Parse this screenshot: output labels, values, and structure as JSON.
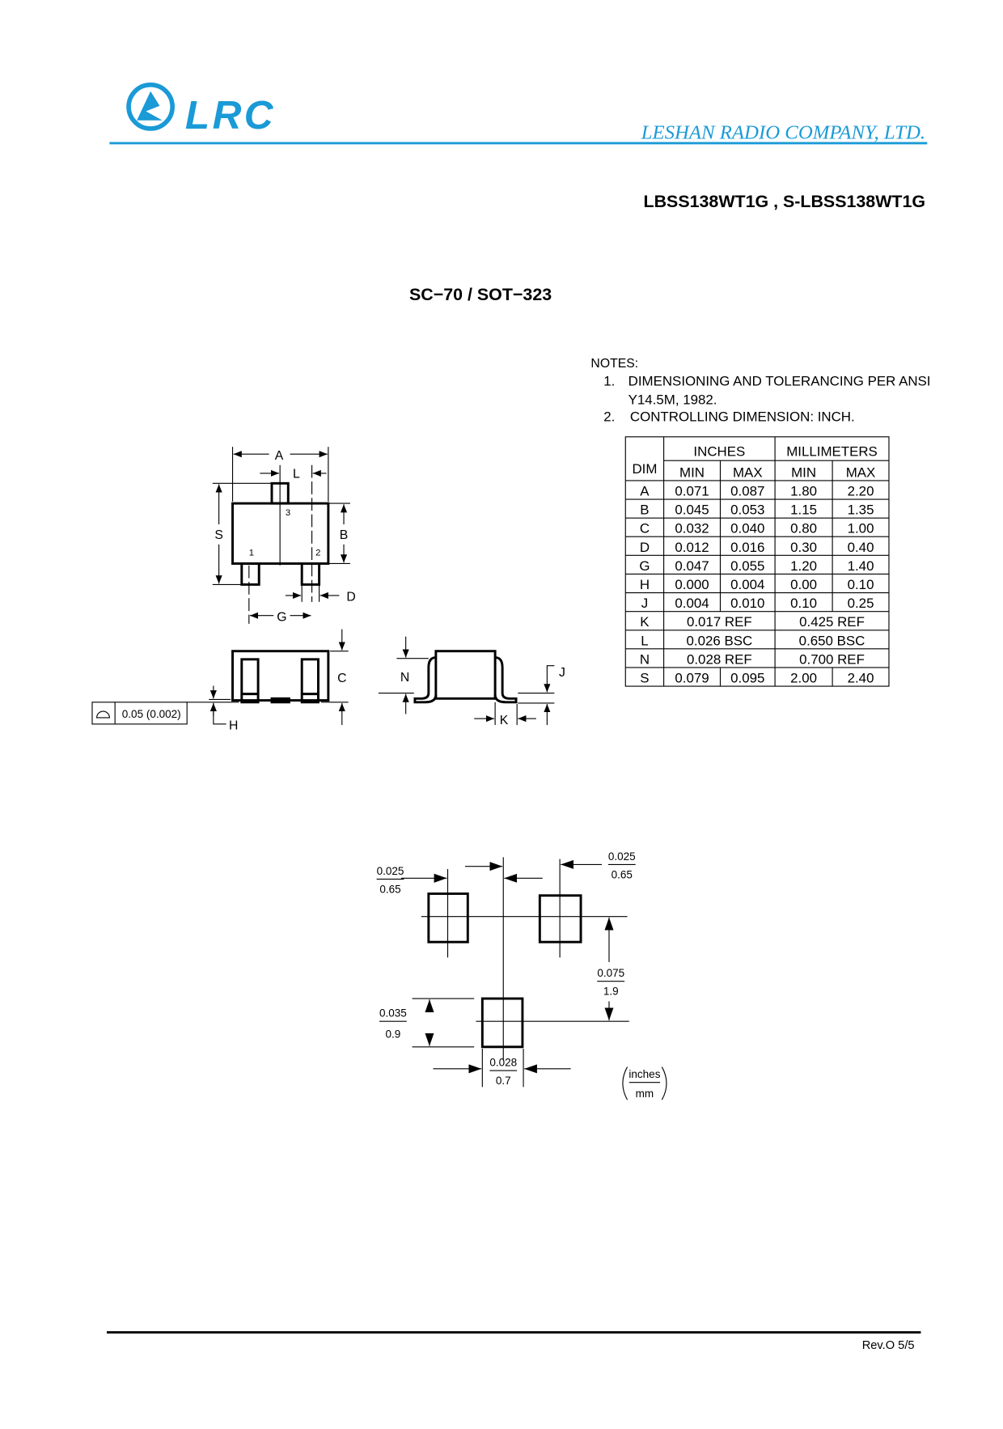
{
  "header": {
    "logo_text": "LRC",
    "company": "LESHAN RADIO COMPANY, LTD.",
    "part_numbers": "LBSS138WT1G , S-LBSS138WT1G",
    "brand_color": "#1a9ad6"
  },
  "package_title": "SC−70 / SOT−323",
  "notes": {
    "heading": "NOTES:",
    "items": [
      {
        "num": "1.",
        "line1": "DIMENSIONING  AND TOLERANCING PER ANSI",
        "line2": "Y14.5M, 1982."
      },
      {
        "num": "2.",
        "line1": "CONTROLLING DIMENSION: INCH."
      }
    ]
  },
  "table": {
    "dim_header": "DIM",
    "inches_header": "INCHES",
    "mm_header": "MILLIMETERS",
    "sub": [
      "MIN",
      "MAX",
      "MIN",
      "MAX"
    ],
    "rows": [
      {
        "dim": "A",
        "in_min": "0.071",
        "in_max": "0.087",
        "mm_min": "1.80",
        "mm_max": "2.20"
      },
      {
        "dim": "B",
        "in_min": "0.045",
        "in_max": "0.053",
        "mm_min": "1.15",
        "mm_max": "1.35"
      },
      {
        "dim": "C",
        "in_min": "0.032",
        "in_max": "0.040",
        "mm_min": "0.80",
        "mm_max": "1.00"
      },
      {
        "dim": "D",
        "in_min": "0.012",
        "in_max": "0.016",
        "mm_min": "0.30",
        "mm_max": "0.40"
      },
      {
        "dim": "G",
        "in_min": "0.047",
        "in_max": "0.055",
        "mm_min": "1.20",
        "mm_max": "1.40"
      },
      {
        "dim": "H",
        "in_min": "0.000",
        "in_max": "0.004",
        "mm_min": "0.00",
        "mm_max": "0.10"
      },
      {
        "dim": "J",
        "in_min": "0.004",
        "in_max": "0.010",
        "mm_min": "0.10",
        "mm_max": "0.25"
      },
      {
        "dim": "K",
        "in_span": "0.017 REF",
        "mm_span": "0.425 REF"
      },
      {
        "dim": "L",
        "in_span": "0.026 BSC",
        "mm_span": "0.650 BSC"
      },
      {
        "dim": "N",
        "in_span": "0.028 REF",
        "mm_span": "0.700 REF"
      },
      {
        "dim": "S",
        "in_min": "0.079",
        "in_max": "0.095",
        "mm_min": "2.00",
        "mm_max": "2.40"
      }
    ]
  },
  "drawing": {
    "labels": {
      "A": "A",
      "L": "L",
      "S": "S",
      "B": "B",
      "D": "D",
      "G": "G",
      "C": "C",
      "H": "H",
      "N": "N",
      "J": "J",
      "K": "K"
    },
    "pins": {
      "p1": "1",
      "p2": "2",
      "p3": "3"
    },
    "tolerance": "0.05 (0.002)"
  },
  "footprint": {
    "pitch_left": {
      "in": "0.025",
      "mm": "0.65"
    },
    "pitch_right": {
      "in": "0.025",
      "mm": "0.65"
    },
    "row_spacing": {
      "in": "0.075",
      "mm": "1.9"
    },
    "pad_height": {
      "in": "0.035",
      "mm": "0.9"
    },
    "pad_width": {
      "in": "0.028",
      "mm": "0.7"
    },
    "units": {
      "top": "inches",
      "bottom": "mm"
    }
  },
  "footer": {
    "revision": "Rev.O  5/5"
  }
}
